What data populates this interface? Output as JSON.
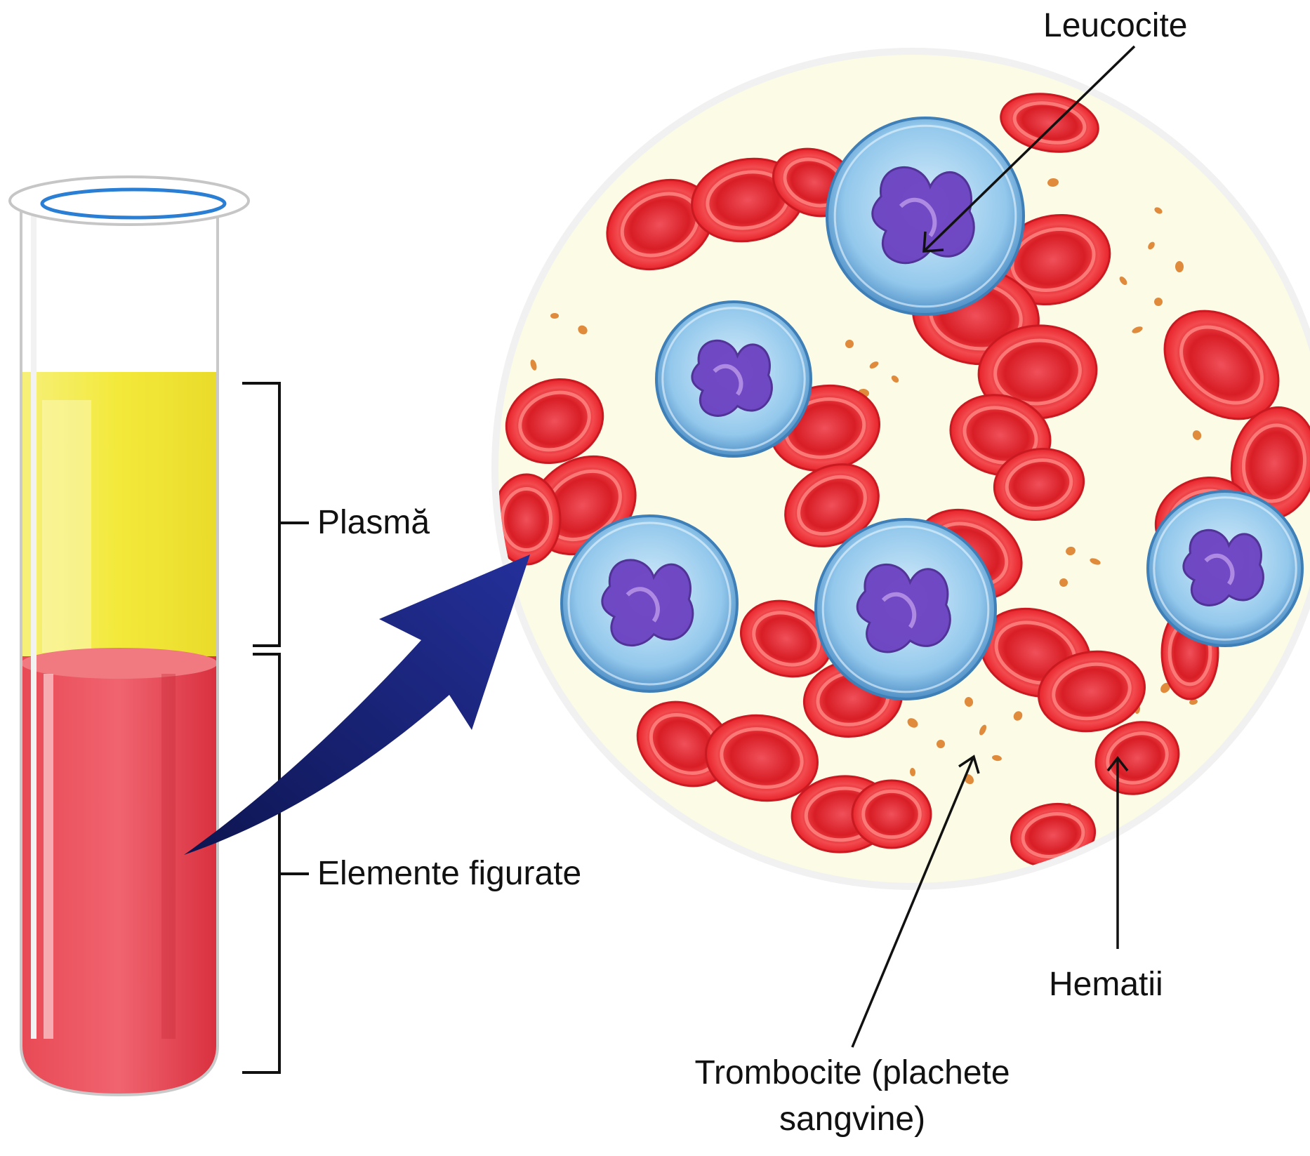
{
  "labels": {
    "plasma": "Plasmă",
    "formed_elements": "Elemente figurate",
    "leukocytes": "Leucocite",
    "erythrocytes": "Hematii",
    "platelets_line1": "Trombocite (plachete",
    "platelets_line2": "sangvine)"
  },
  "colors": {
    "plasma": "#f3e93a",
    "blood": "#e63a48",
    "erythrocyte": "#e8232b",
    "leukocyte_membrane": "#9fd0ef",
    "leukocyte_nucleus": "#6a3cc0",
    "platelet": "#e08a3c",
    "arrow": "#1a237e",
    "annotation_lines": "#111111"
  },
  "icons": [
    "test-tube",
    "magnifier-circle",
    "curved-arrow"
  ]
}
